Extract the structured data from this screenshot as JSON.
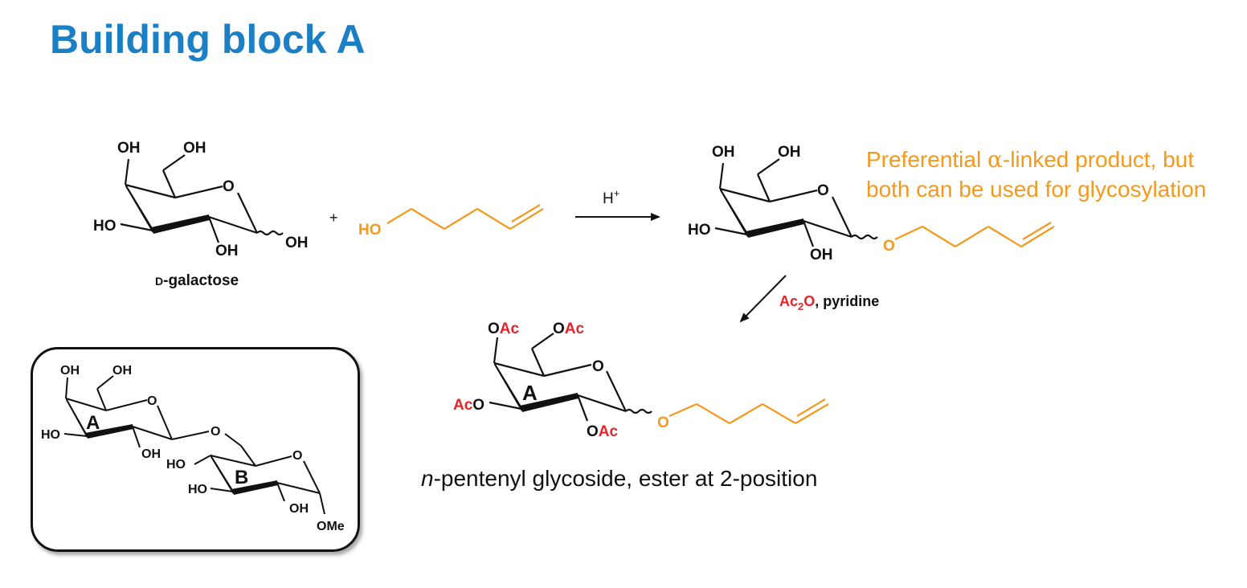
{
  "title": "Building block A",
  "scheme": {
    "start_material_name": "D-galactose",
    "start_material_prefix": "D",
    "start_material_suffix": "-galactose",
    "plus": "+",
    "alcohol_label": "HO",
    "reagent1": "H",
    "reagent1_sup": "+",
    "reagent2_formula_a": "Ac",
    "reagent2_formula_sub": "2",
    "reagent2_formula_b": "O",
    "reagent2_rest": ", pyridine",
    "atoms": {
      "OH": "OH",
      "HO": "HO",
      "O": "O",
      "OAc_ac": "Ac",
      "AcO_ac": "Ac",
      "OMe": "OMe",
      "ring_A": "A",
      "ring_B": "B"
    }
  },
  "note": {
    "line1_pre": "Preferential ",
    "alpha": "α",
    "line1_post": "-linked product, but",
    "line2": "both can be used for glycosylation"
  },
  "caption": {
    "italic_part": "n",
    "rest": "-pentenyl glycoside, ester at 2-position"
  },
  "colors": {
    "title": "#1a7fc4",
    "orange": "#f39a1e",
    "red": "#e8232a",
    "black": "#111111"
  }
}
